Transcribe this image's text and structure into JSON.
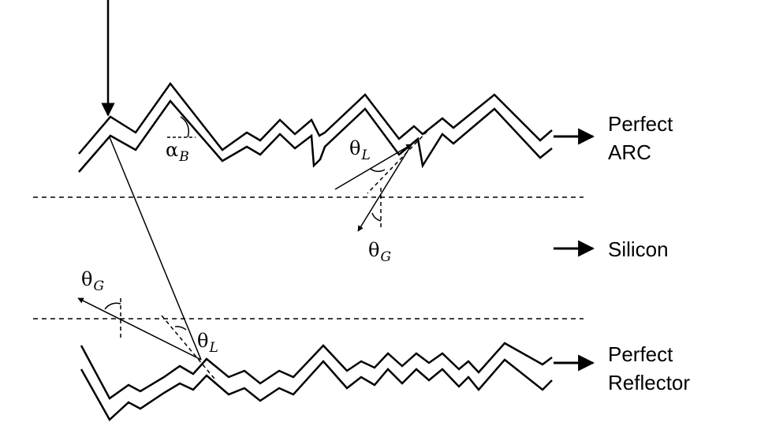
{
  "labels": {
    "arc": {
      "line1": "Perfect",
      "line2": "ARC"
    },
    "silicon": "Silicon",
    "reflector": {
      "line1": "Perfect",
      "line2": "Reflector"
    }
  },
  "symbols": {
    "alpha_b": {
      "greek": "α",
      "sub": "B"
    },
    "theta_l_top": {
      "greek": "θ",
      "sub": "L"
    },
    "theta_g_top": {
      "greek": "θ",
      "sub": "G"
    },
    "theta_g_bottom": {
      "greek": "θ",
      "sub": "G"
    },
    "theta_l_bottom": {
      "greek": "θ",
      "sub": "L"
    }
  },
  "colors": {
    "stroke": "#000000",
    "background": "#ffffff"
  }
}
